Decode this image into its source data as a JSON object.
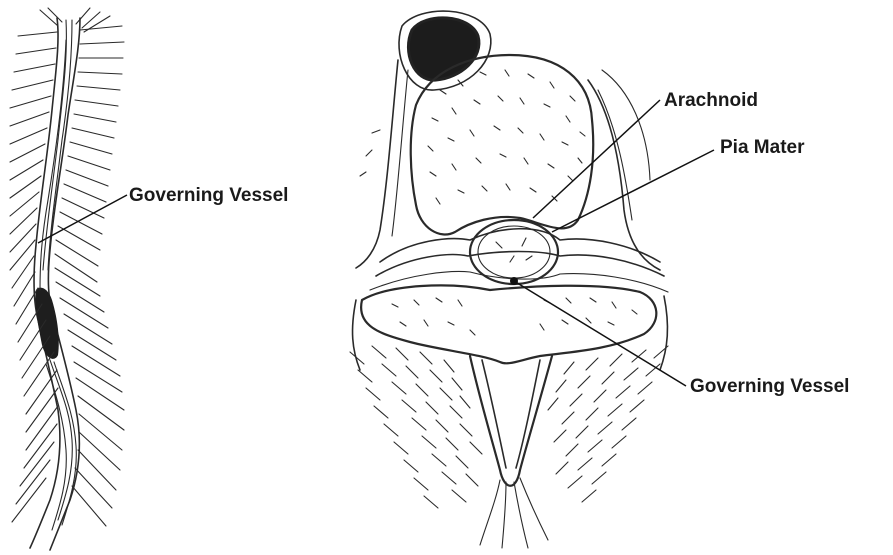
{
  "labels": {
    "spine_governing_vessel": "Governing Vessel",
    "arachnoid": "Arachnoid",
    "pia_mater": "Pia Mater",
    "section_governing_vessel": "Governing Vessel"
  }
}
